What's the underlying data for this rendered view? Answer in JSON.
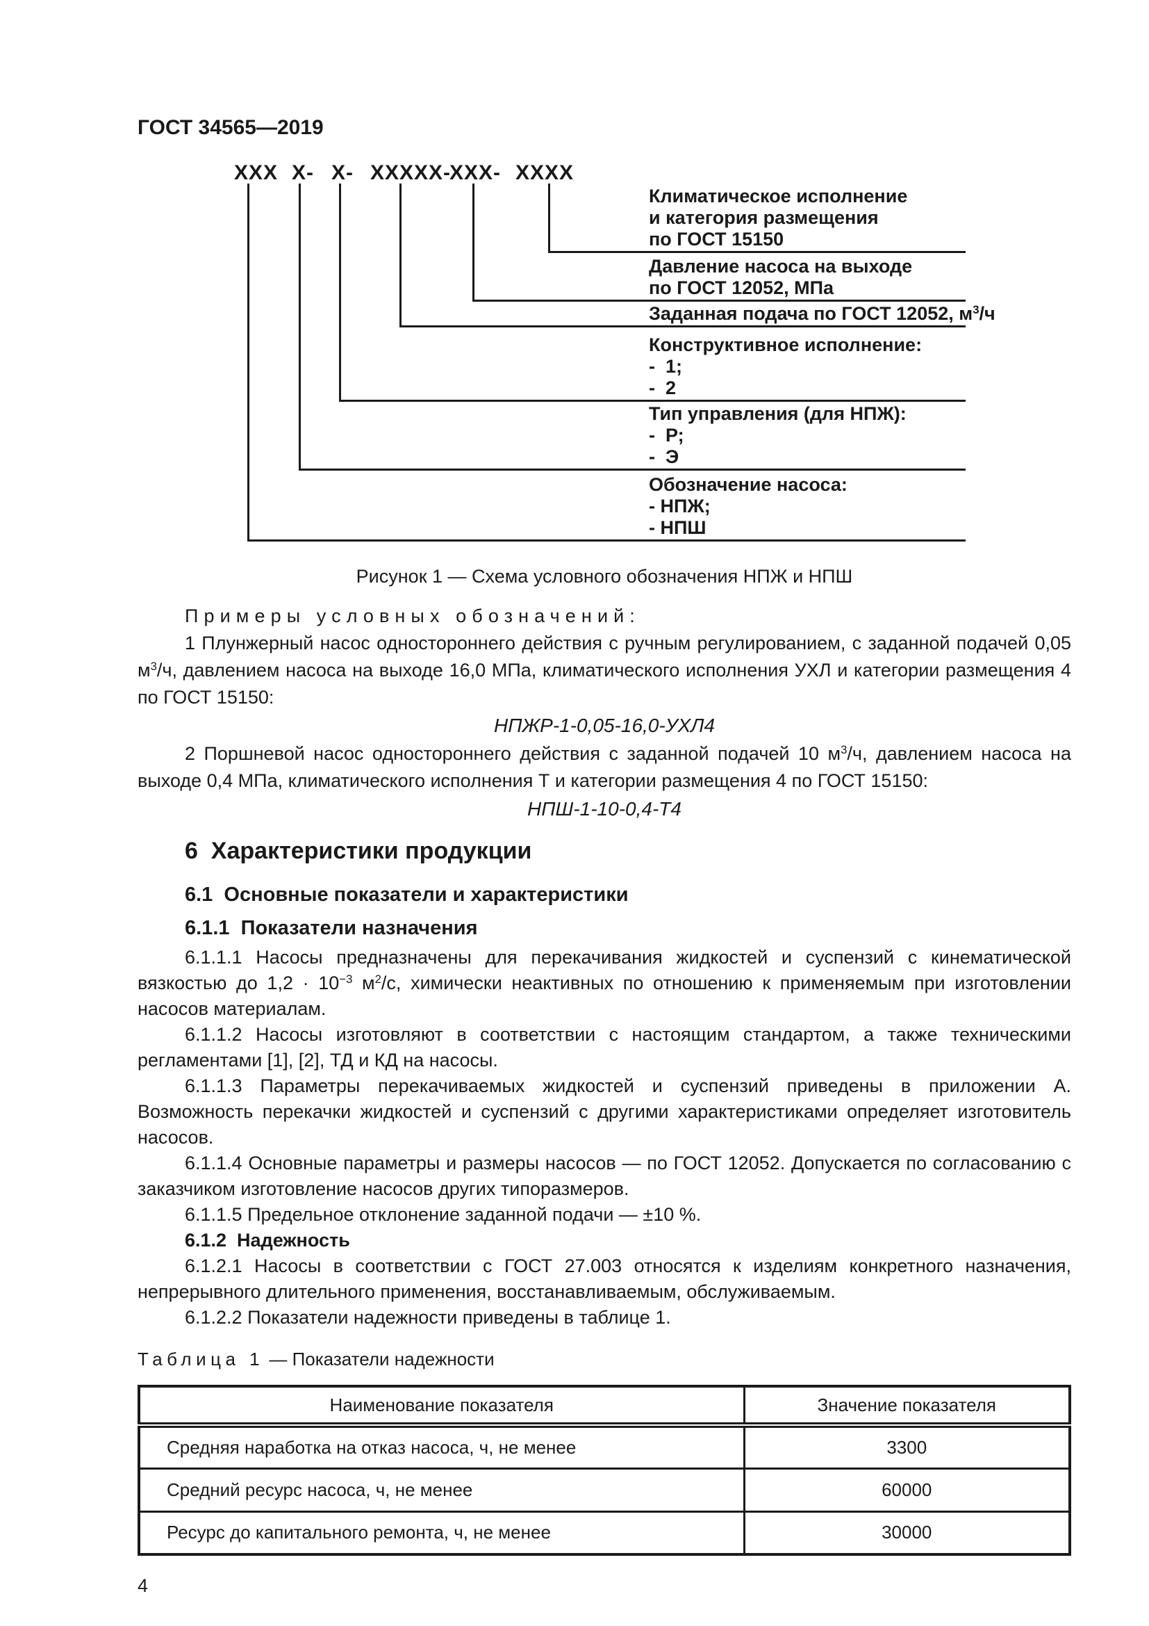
{
  "header": {
    "doc_code": "ГОСТ 34565—2019"
  },
  "figure1": {
    "groups": [
      "XXX",
      "X-",
      "X-",
      "XXXXX-",
      "XXX-",
      "XXXX"
    ],
    "callouts": [
      {
        "name": "climate",
        "lines": [
          [
            {
              "t": "Климатическое исполнение"
            }
          ],
          [
            {
              "t": "и категория размещения"
            }
          ],
          [
            {
              "t": "по ГОСТ 15150"
            }
          ]
        ]
      },
      {
        "name": "pressure",
        "lines": [
          [
            {
              "t": "Давление насоса на выходе"
            }
          ],
          [
            {
              "t": "по ГОСТ 12052, МПа"
            }
          ]
        ]
      },
      {
        "name": "flow",
        "lines": [
          [
            {
              "t": "Заданная подача по ГОСТ 12052, м"
            },
            {
              "sup": "3"
            },
            {
              "t": "/ч"
            }
          ]
        ]
      },
      {
        "name": "design",
        "lines": [
          [
            {
              "t": "Конструктивное исполнение:"
            }
          ],
          [
            {
              "t": "-  1;"
            }
          ],
          [
            {
              "t": "-  2"
            }
          ]
        ]
      },
      {
        "name": "control",
        "lines": [
          [
            {
              "t": "Тип управления (для НПЖ):"
            }
          ],
          [
            {
              "t": "-  Р;"
            }
          ],
          [
            {
              "t": "-  Э"
            }
          ]
        ]
      },
      {
        "name": "pump",
        "lines": [
          [
            {
              "t": "Обозначение насоса:"
            }
          ],
          [
            {
              "t": "- НПЖ;"
            }
          ],
          [
            {
              "t": "- НПШ"
            }
          ]
        ]
      }
    ],
    "caption": "Рисунок 1 — Схема условного обозначения НПЖ и НПШ"
  },
  "examples": {
    "heading": "Примеры условных обозначений:",
    "items": [
      {
        "text": [
          {
            "t": "1 Плунжерный насос одностороннего действия с ручным регулированием, с заданной подачей 0,05 м"
          },
          {
            "sup": "3"
          },
          {
            "t": "/ч, давлением насоса на выходе 16,0 МПа, климатического исполнения УХЛ и категории размещения 4 по ГОСТ 15150:"
          }
        ],
        "designation": "НПЖР-1-0,05-16,0-УХЛ4"
      },
      {
        "text": [
          {
            "t": "2 Поршневой насос одностороннего действия с заданной подачей 10 м"
          },
          {
            "sup": "3"
          },
          {
            "t": "/ч, давлением насоса на выходе 0,4 МПа, климатического исполнения Т и категории размещения 4 по ГОСТ 15150:"
          }
        ],
        "designation": "НПШ-1-10-0,4-Т4"
      }
    ]
  },
  "section6": {
    "title": "6  Характеристики продукции",
    "sub61": "6.1  Основные показатели и характеристики",
    "sub611": "6.1.1  Показатели назначения",
    "p6111": [
      {
        "t": "6.1.1.1 Насосы предназначены для перекачивания жидкостей и суспензий с кинематической вязкостью до 1,2 · 10"
      },
      {
        "sup": "−3"
      },
      {
        "t": " м"
      },
      {
        "sup": "2"
      },
      {
        "t": "/с, химически неактивных по отношению к применяемым при изготовлении насосов материалам."
      }
    ],
    "p6112": [
      {
        "t": "6.1.1.2 Насосы изготовляют в соответствии с настоящим стандартом, а также техническими регламентами [1], [2], ТД и КД на насосы."
      }
    ],
    "p6113": [
      {
        "t": "6.1.1.3 Параметры перекачиваемых жидкостей и суспензий приведены в приложении А. Возможность перекачки жидкостей и суспензий с другими характеристиками определяет изготовитель насосов."
      }
    ],
    "p6114": [
      {
        "t": "6.1.1.4 Основные параметры и размеры насосов — по ГОСТ 12052. Допускается по согласованию с заказчиком изготовление насосов других типоразмеров."
      }
    ],
    "p6115": [
      {
        "t": "6.1.1.5 Предельное отклонение заданной подачи — ±10 %."
      }
    ],
    "sub612": "6.1.2  Надежность",
    "p6121": [
      {
        "t": "6.1.2.1 Насосы в соответствии с ГОСТ 27.003 относятся к изделиям конкретного назначения, непрерывного длительного применения, восстанавливаемым, обслуживаемым."
      }
    ],
    "p6122": [
      {
        "t": "6.1.2.2 Показатели надежности приведены в таблице 1."
      }
    ]
  },
  "table1": {
    "caption_spaced": "Таблица 1",
    "caption_rest": " — Показатели надежности",
    "columns": [
      "Наименование показателя",
      "Значение показателя"
    ],
    "rows": [
      {
        "name": "Средняя наработка на отказ насоса, ч, не менее",
        "value": "3300"
      },
      {
        "name": "Средний ресурс насоса, ч, не менее",
        "value": "60000"
      },
      {
        "name": "Ресурс до капитального ремонта, ч, не менее",
        "value": "30000"
      }
    ]
  },
  "footer": {
    "page_number": "4"
  }
}
